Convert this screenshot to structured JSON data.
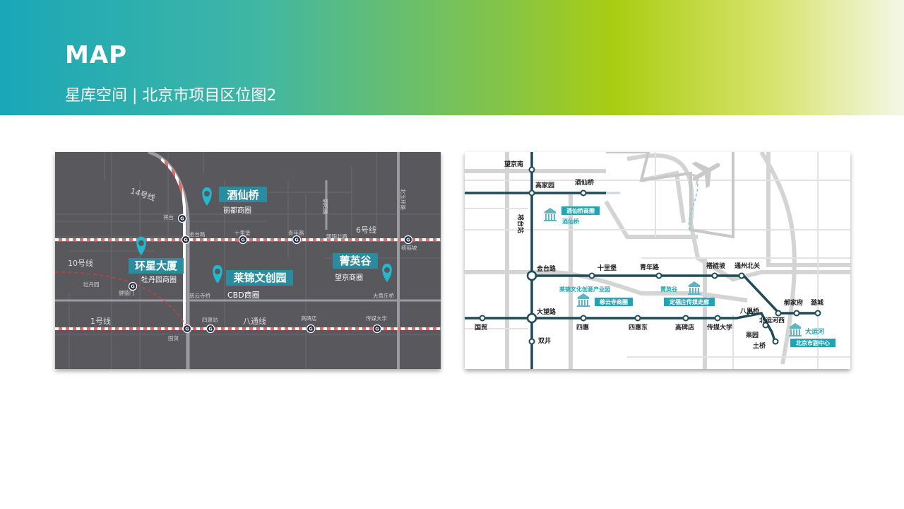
{
  "header": {
    "title": "MAP",
    "subtitle": "星库空间 | 北京市项目区位图2"
  },
  "left_map": {
    "pins": [
      {
        "name": "酒仙桥",
        "sub": "丽都商圈"
      },
      {
        "name": "环星大厦",
        "sub": "牡丹园商圈"
      },
      {
        "name": "莱锦文创园",
        "sub": "CBD商圈"
      },
      {
        "name": "菁英谷",
        "sub": "望京商圈"
      }
    ],
    "lines": {
      "l14": "14号线",
      "l10": "10号线",
      "l6": "6号线",
      "l1": "1号线",
      "batong": "八通线"
    },
    "stations": {
      "jiangtai": "将台",
      "jintai": "金台路",
      "shilipu": "十里堡",
      "qingnian": "青年路",
      "chaoyangbei": "朝阳北路",
      "dalu": "褡裢坡",
      "mudanyuan": "牡丹园",
      "jiandemen": "健德门",
      "ciyunsi": "慈云寺桥",
      "dahuangzhuang": "大黄庄桥",
      "sihuizhan": "四惠站",
      "gaobeidian": "高碑店",
      "chuanmei": "传媒大学",
      "guomao": "国贸"
    },
    "roads": {
      "chaoyang": "朝阳路",
      "beiwu": "北五环路"
    }
  },
  "right_map": {
    "stations": {
      "wangjingnan": "望京南",
      "gaojiayuan": "高家园",
      "jiuxianqiao": "酒仙桥",
      "jiangtaizhan": "将台站",
      "jintai": "金台路",
      "shilipu": "十里堡",
      "qingnian": "青年路",
      "dalu": "褡裢坡",
      "tongzhoubeiguan": "通州北关",
      "dawanglu": "大望路",
      "guomao": "国贸",
      "sihui": "四惠",
      "sihuidong": "四惠东",
      "gaobeidian": "高碑店",
      "chuanmei": "传媒大学",
      "baliqiao": "八里桥",
      "beiyunhexi": "北运河西",
      "haojiafu": "郝家府",
      "dongxia": "潞城",
      "guoyuan": "果园",
      "tuqiao": "土桥",
      "shuangjing": "双井"
    },
    "badges": {
      "jiuxianqiao_circle": "酒仙桥商圈",
      "ciyunsi_circle": "慈云寺商圈",
      "dingfuzhuang": "定福庄传媒走廊",
      "subcenter": "北京市副中心"
    },
    "icon_labels": {
      "jiuxianqiao": "酒仙桥",
      "laijin": "莱锦文化创意产业园",
      "jingyinggu": "菁英谷",
      "dayunhe": "大运河"
    }
  },
  "colors": {
    "teal": "#1fa6b4",
    "pin_cyan": "#22b8cf",
    "dark_line": "#1f4a57",
    "map_bg": "#58585d"
  }
}
